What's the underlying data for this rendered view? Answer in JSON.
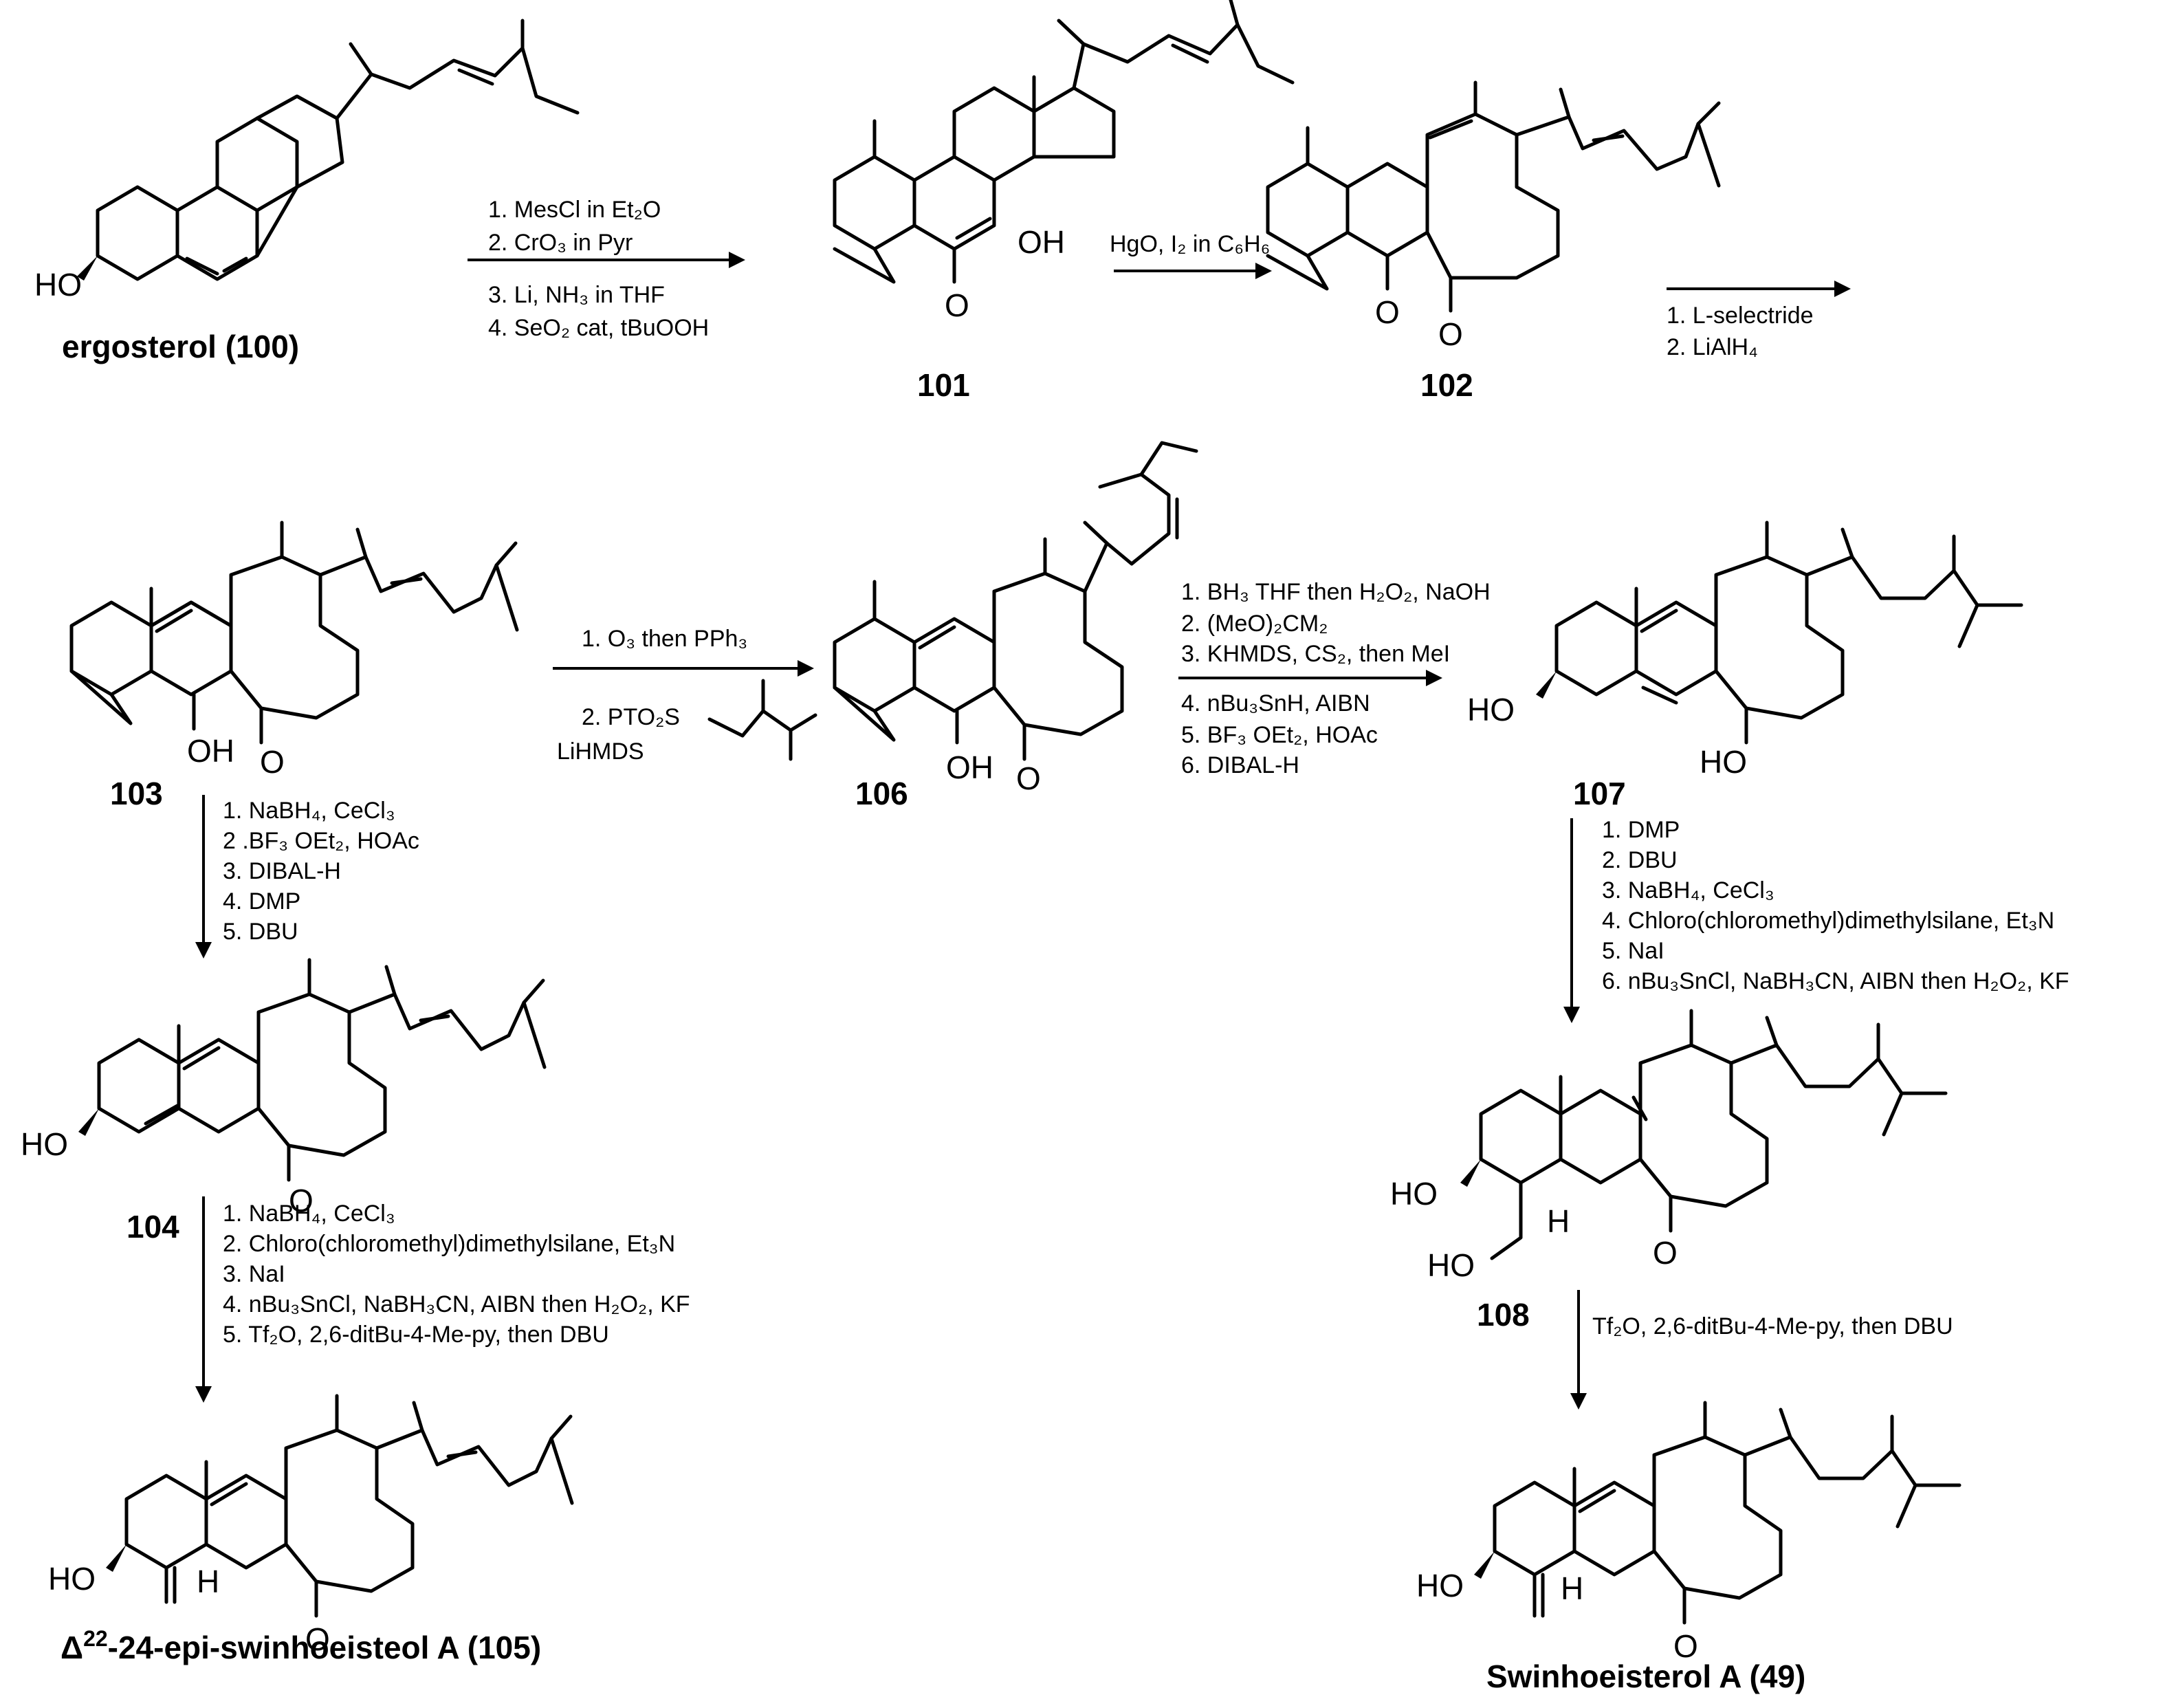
{
  "compounds": {
    "c100": {
      "label": "ergosterol (100)"
    },
    "c101": {
      "label": "101"
    },
    "c102": {
      "label": "102"
    },
    "c103": {
      "label": "103"
    },
    "c104": {
      "label": "104"
    },
    "c105": {
      "label_prefix": "Δ",
      "label_sup": "22",
      "label_rest": "-24-epi-swinhoeisteol A (105)"
    },
    "c106": {
      "label": "106"
    },
    "c107": {
      "label": "107"
    },
    "c108": {
      "label": "108"
    },
    "c49": {
      "label": "Swinhoeisterol A (49)"
    }
  },
  "atoms": {
    "ho": "HO",
    "oh": "OH",
    "o": "O",
    "h": "H"
  },
  "steps": {
    "s1": [
      "1. MesCl in Et₂O",
      "2. CrO₃ in Pyr",
      "3. Li, NH₃ in THF",
      "4. SeO₂ cat, tBuOOH"
    ],
    "s2": [
      "HgO, I₂ in C₆H₆"
    ],
    "s3": [
      "1. L-selectride",
      "2. LiAlH₄"
    ],
    "s4": [
      "1. O₃ then PPh₃",
      "2.  PTO₂S",
      "LiHMDS"
    ],
    "s5": [
      "1. BH₃ THF then H₂O₂, NaOH",
      "2. (MeO)₂CM₂",
      "3. KHMDS, CS₂, then MeI",
      "4. nBu₃SnH, AIBN",
      "5. BF₃ OEt₂, HOAc",
      "6. DIBAL-H"
    ],
    "s6": [
      "1. NaBH₄, CeCl₃",
      "2 .BF₃ OEt₂, HOAc",
      "3. DIBAL-H",
      "4. DMP",
      "5. DBU"
    ],
    "s7": [
      "1. NaBH₄, CeCl₃",
      "2. Chloro(chloromethyl)dimethylsilane, Et₃N",
      "3. NaI",
      "4. nBu₃SnCl, NaBH₃CN, AIBN then H₂O₂, KF",
      "5. Tf₂O, 2,6-ditBu-4-Me-py, then DBU"
    ],
    "s8": [
      "1. DMP",
      "2. DBU",
      "3. NaBH₄, CeCl₃",
      "4. Chloro(chloromethyl)dimethylsilane, Et₃N",
      "5. NaI",
      "6. nBu₃SnCl, NaBH₃CN, AIBN then H₂O₂, KF"
    ],
    "s9": [
      "Tf₂O, 2,6-ditBu-4-Me-py, then DBU"
    ]
  }
}
